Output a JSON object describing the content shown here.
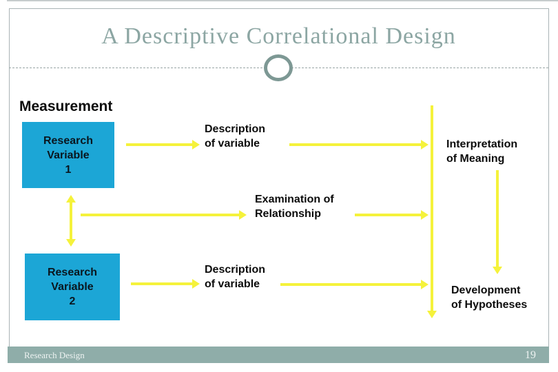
{
  "slide": {
    "title": "A Descriptive Correlational Design",
    "section_heading": "Measurement",
    "nodes": {
      "variable1": "Research\nVariable\n1",
      "variable2": "Research\nVariable\n2",
      "description1": "Description\nof variable",
      "description2": "Description\nof variable",
      "interpretation": "Interpretation\nof Meaning",
      "examination": "Examination of\nRelationship",
      "development": "Development\nof Hypotheses"
    },
    "footer": {
      "label": "Research Design",
      "page_number": "19"
    },
    "colors": {
      "box_fill": "#1ca6d6",
      "arrow_yellow": "#f5f23b",
      "footer_bar": "#8fada9",
      "title_text": "#8ca6a3",
      "ornament_ring": "#7d9894"
    }
  }
}
